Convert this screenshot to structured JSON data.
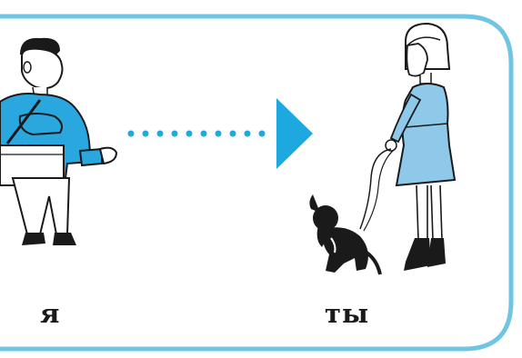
{
  "captions": {
    "me": "я",
    "you": "ты"
  },
  "colors": {
    "frame_border": "#6ec6e4",
    "arrow": "#1ea8e0",
    "man_shirt": "#2aa7de",
    "woman_dress": "#8fc9ea",
    "outline": "#1a1a1a"
  },
  "icons": {
    "arrow": "dotted-right-arrow-icon",
    "man": "man-with-bag-figure",
    "woman": "woman-with-dog-figure",
    "dog": "dog-figure"
  }
}
